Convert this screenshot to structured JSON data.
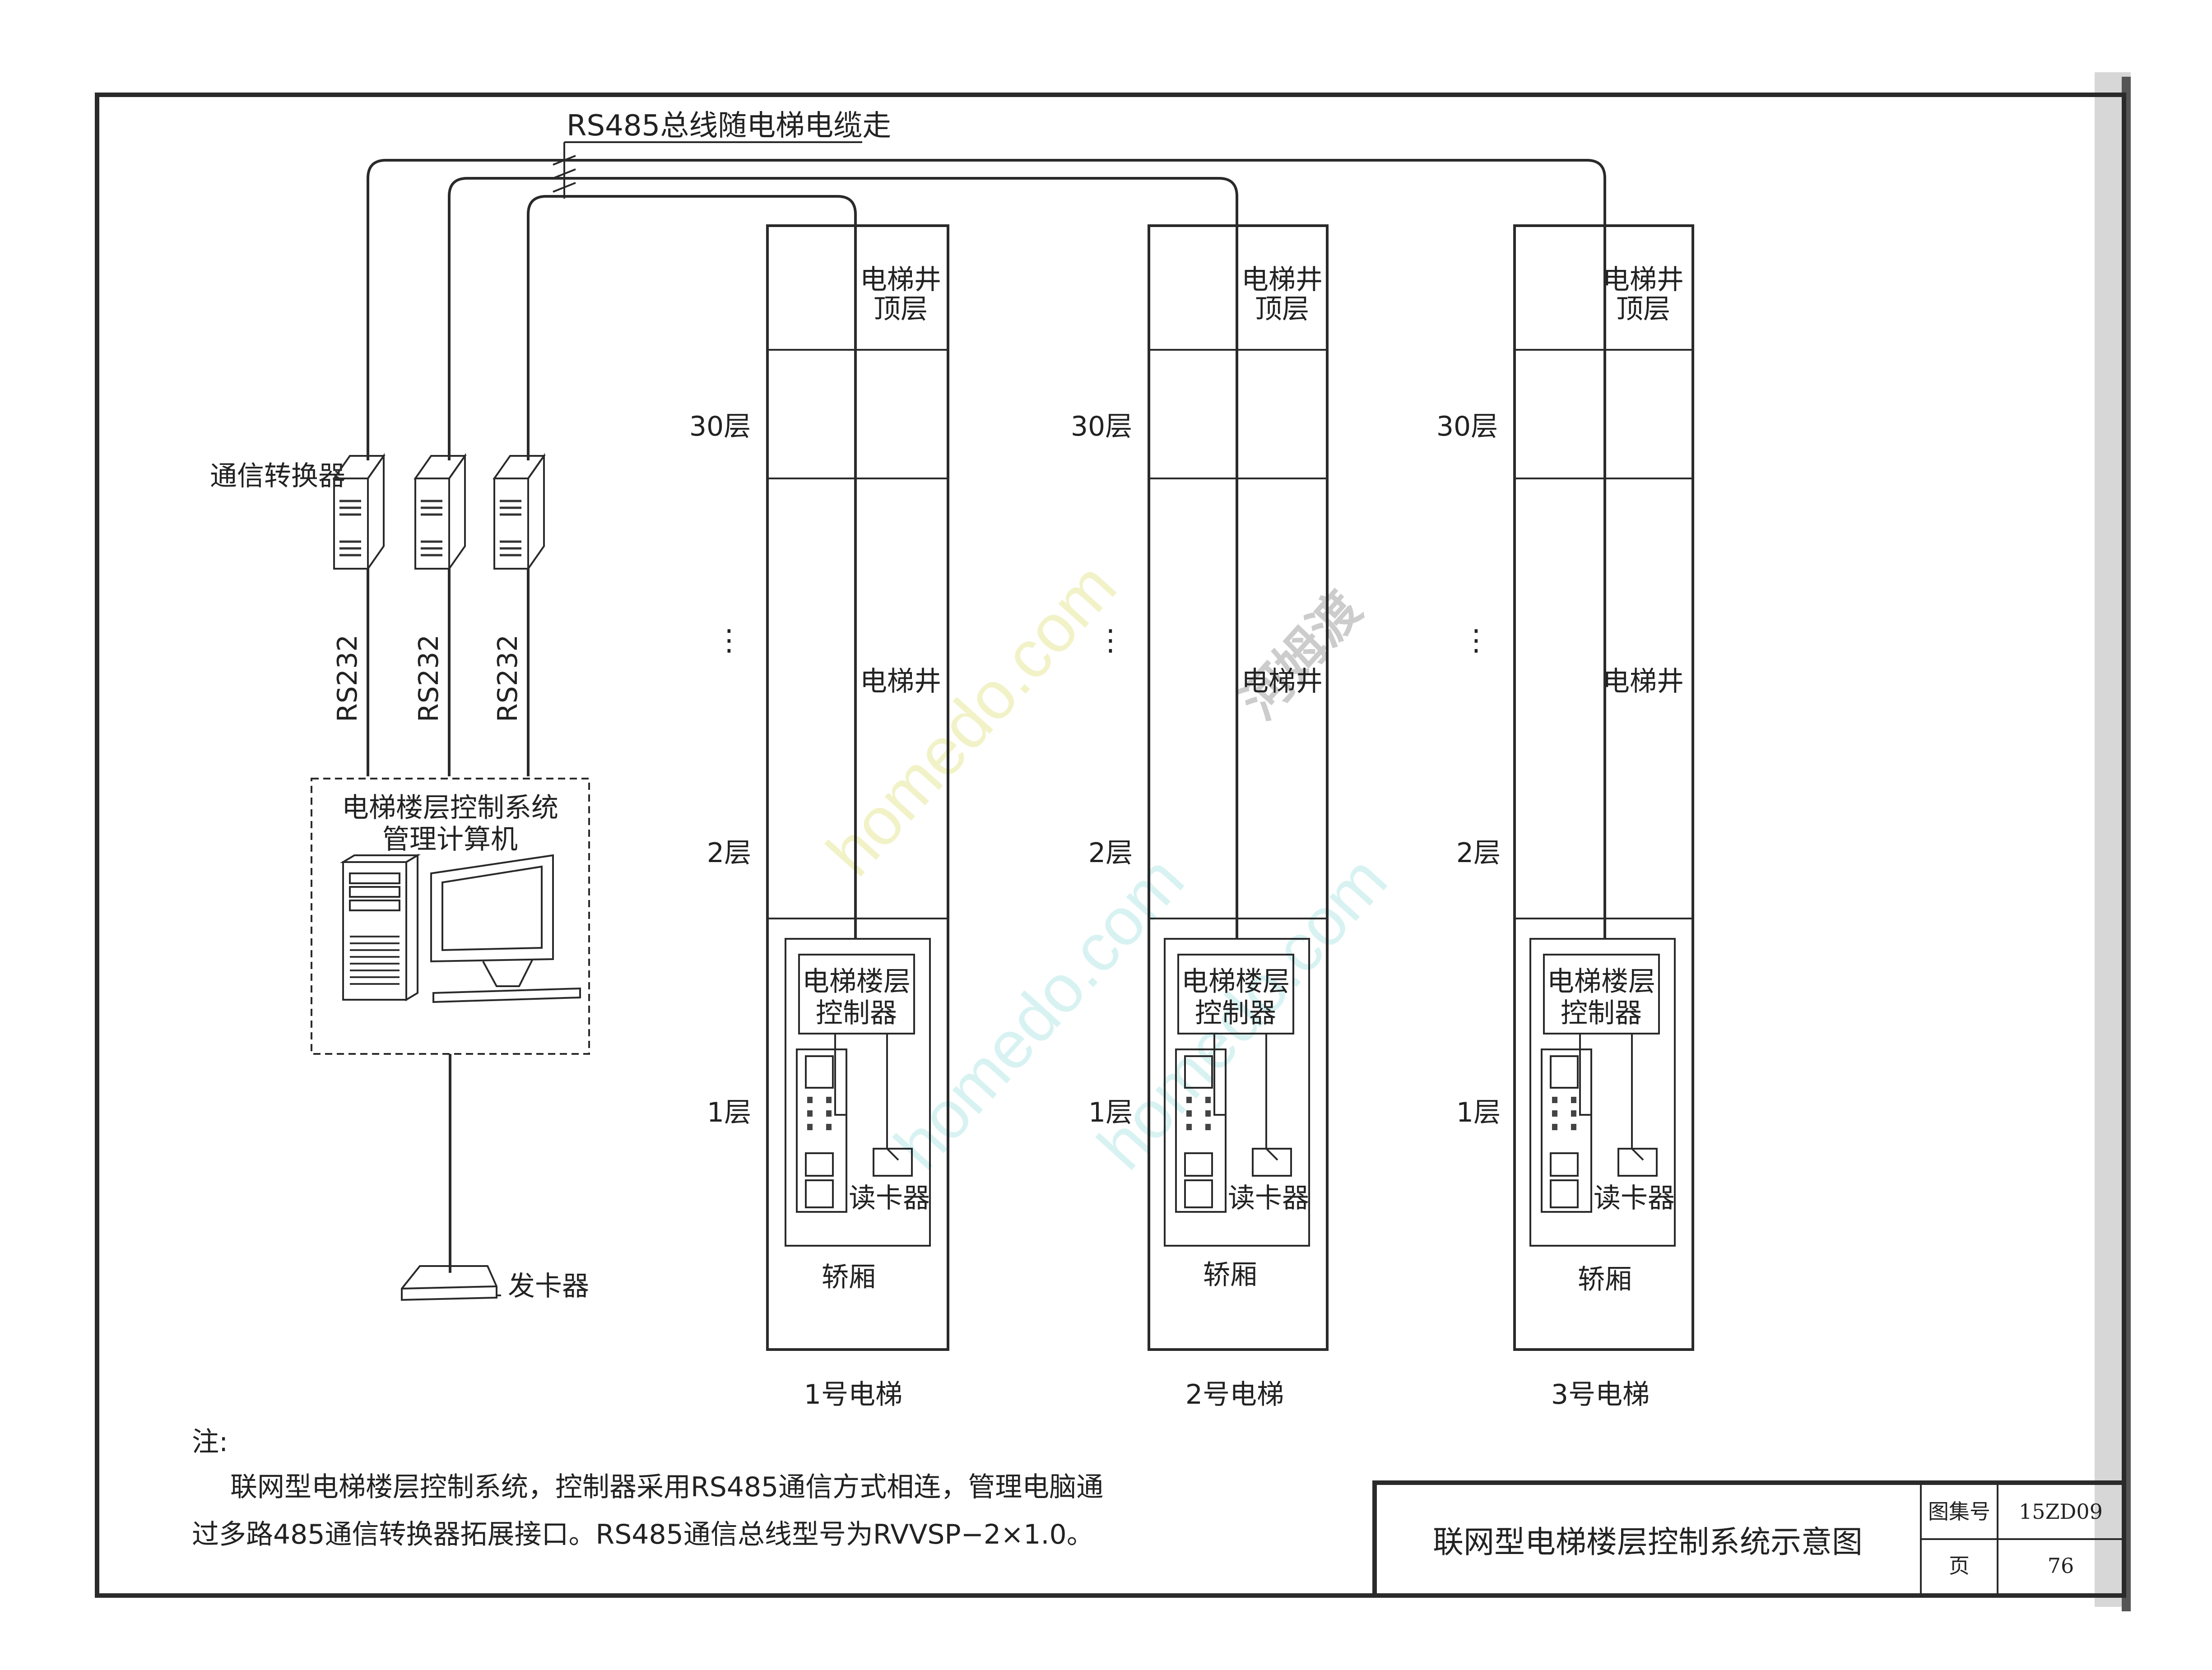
{
  "bus_label": "RS485总线随电梯电缆走",
  "converter": {
    "label": "通信转换器",
    "link_label": "RS232"
  },
  "computer": {
    "title_line1": "电梯楼层控制系统",
    "title_line2": "管理计算机"
  },
  "card_issuer": {
    "label": "发卡器"
  },
  "elevators": [
    {
      "name": "1号电梯",
      "top_label_1": "电梯井",
      "top_label_2": "顶层",
      "floor_top": "30层",
      "dots": "⋮",
      "shaft_label": "电梯井",
      "floor_2": "2层",
      "floor_1": "1层",
      "controller_1": "电梯楼层",
      "controller_2": "控制器",
      "reader": "读卡器",
      "car": "轿厢"
    },
    {
      "name": "2号电梯",
      "top_label_1": "电梯井",
      "top_label_2": "顶层",
      "floor_top": "30层",
      "dots": "⋮",
      "shaft_label": "电梯井",
      "floor_2": "2层",
      "floor_1": "1层",
      "controller_1": "电梯楼层",
      "controller_2": "控制器",
      "reader": "读卡器",
      "car": "轿厢"
    },
    {
      "name": "3号电梯",
      "top_label_1": "电梯井",
      "top_label_2": "顶层",
      "floor_top": "30层",
      "dots": "⋮",
      "shaft_label": "电梯井",
      "floor_2": "2层",
      "floor_1": "1层",
      "controller_1": "电梯楼层",
      "controller_2": "控制器",
      "reader": "读卡器",
      "car": "轿厢"
    }
  ],
  "note": {
    "heading": "注:",
    "line1": "联网型电梯楼层控制系统，控制器采用RS485通信方式相连，管理电脑通",
    "line2": "过多路485通信转换器拓展接口。RS485通信总线型号为RVVSP−2×1.0。"
  },
  "title_block": {
    "title": "联网型电梯楼层控制系统示意图",
    "atlas_label": "图集号",
    "atlas_no": "15ZD09",
    "page_label": "页",
    "page_no": "76"
  },
  "watermark": {
    "text_a": "homedo.com",
    "text_b": "河姆渡"
  }
}
